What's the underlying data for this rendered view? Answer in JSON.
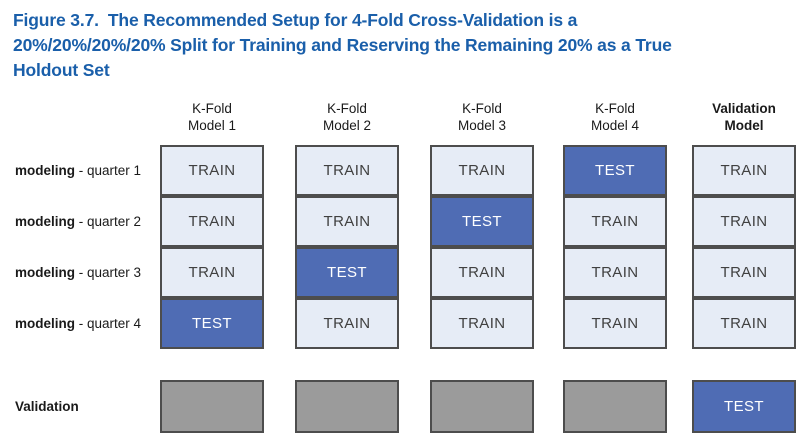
{
  "figure": {
    "number": "Figure 3.7.",
    "caption": "The Recommended Setup for 4-Fold Cross-Validation is a 20%/20%/20%/20% Split for Training and Reserving the Remaining 20% as a True Holdout Set",
    "caption_color": "#1A5FAA"
  },
  "colors": {
    "train_fill": "#e6ecf6",
    "train_text": "#404040",
    "test_fill": "#4F6CB4",
    "test_text": "#ffffff",
    "empty_fill": "#9b9b9b",
    "border": "#4d4d4d"
  },
  "columns": [
    {
      "line1": "K-Fold",
      "line2": "Model 1",
      "bold": false
    },
    {
      "line1": "K-Fold",
      "line2": "Model 2",
      "bold": false
    },
    {
      "line1": "K-Fold",
      "line2": "Model 3",
      "bold": false
    },
    {
      "line1": "K-Fold",
      "line2": "Model 4",
      "bold": false
    },
    {
      "line1": "Validation",
      "line2": "Model",
      "bold": true
    }
  ],
  "rows": [
    {
      "strong": "modeling",
      "rest": " - quarter 1"
    },
    {
      "strong": "modeling",
      "rest": " - quarter 2"
    },
    {
      "strong": "modeling",
      "rest": " - quarter 3"
    },
    {
      "strong": "modeling",
      "rest": " - quarter 4"
    }
  ],
  "validation_row": {
    "strong": "Validation",
    "rest": ""
  },
  "labels": {
    "train": "TRAIN",
    "test": "TEST",
    "empty": ""
  },
  "grid": [
    [
      "TRAIN",
      "TRAIN",
      "TRAIN",
      "TEST",
      "TRAIN"
    ],
    [
      "TRAIN",
      "TRAIN",
      "TEST",
      "TRAIN",
      "TRAIN"
    ],
    [
      "TRAIN",
      "TEST",
      "TRAIN",
      "TRAIN",
      "TRAIN"
    ],
    [
      "TEST",
      "TRAIN",
      "TRAIN",
      "TRAIN",
      "TRAIN"
    ]
  ],
  "validation_cells": [
    "",
    "",
    "",
    "",
    "TEST"
  ]
}
